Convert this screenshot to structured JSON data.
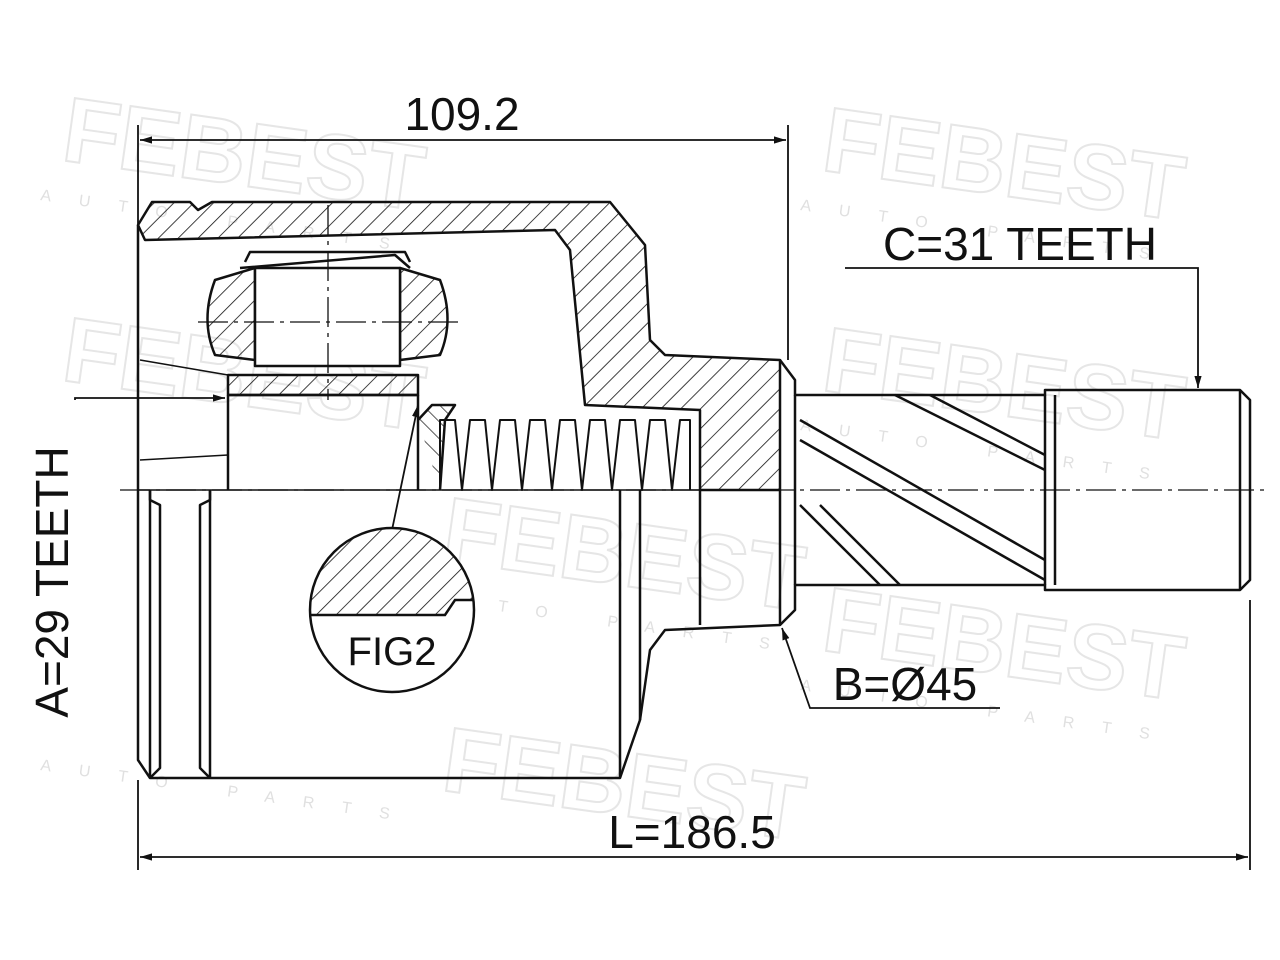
{
  "brand": {
    "watermark": "FEBEST",
    "watermark_sub": "AUTO PARTS"
  },
  "dimensions": {
    "top_length": "109.2",
    "total_length": "L=186.5",
    "teeth_outer": "C=31 TEETH",
    "teeth_inner": "A=29 TEETH",
    "diameter": "B=Ø45"
  },
  "detail": {
    "label": "FIG2"
  },
  "colors": {
    "line": "#111111",
    "watermark": "#e6e6e6"
  }
}
